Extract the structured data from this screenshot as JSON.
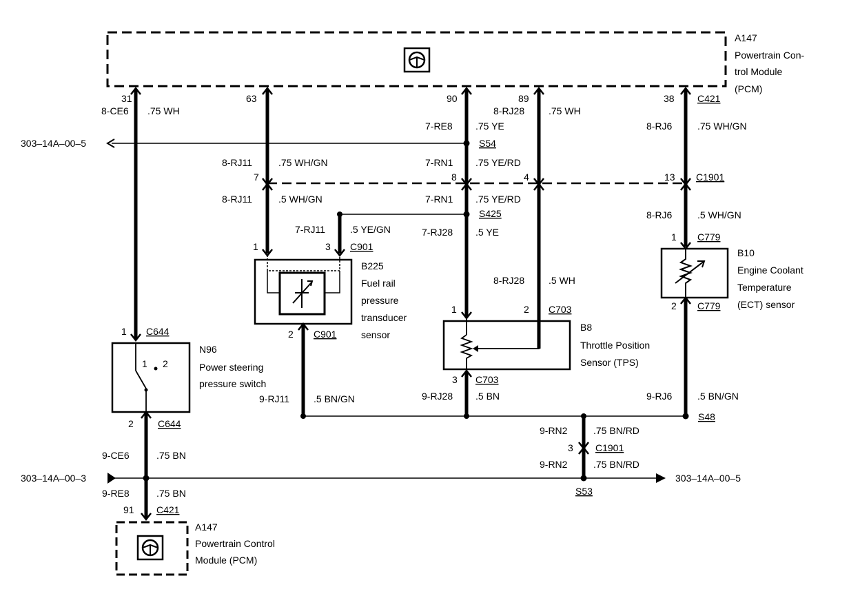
{
  "pcm_top": {
    "id": "A147",
    "name_line1": "Powertrain Con-",
    "name_line2": "trol Module",
    "name_line3": "(PCM)"
  },
  "pcm_bottom": {
    "id": "A147",
    "name_line1": "Powertrain Control",
    "name_line2": "Module (PCM)"
  },
  "refs": {
    "left_top": "303–14A–00–5",
    "left_bottom": "303–14A–00–3",
    "right_bottom": "303–14A–00–5"
  },
  "pins": {
    "p31": "31",
    "p63": "63",
    "p90": "90",
    "p89": "89",
    "p38": "38",
    "p7": "7",
    "p8": "8",
    "p4": "4",
    "p13": "13",
    "b225_1": "1",
    "b225_3": "3",
    "b225_2": "2",
    "b8_1": "1",
    "b8_2": "2",
    "b8_3": "3",
    "b10_1": "1",
    "b10_2": "2",
    "n96_1": "1",
    "n96_2": "2",
    "sw_1": "1",
    "sw_2": "2",
    "c1901_3": "3",
    "p91": "91"
  },
  "connectors": {
    "c421_top": "C421",
    "c1901": "C1901",
    "c901_3": "C901",
    "c901_2": "C901",
    "c703_2": "C703",
    "c703_3": "C703",
    "c779_1": "C779",
    "c779_2": "C779",
    "c644_1": "C644",
    "c644_2": "C644",
    "c1901_bottom": "C1901",
    "c421_bottom": "C421"
  },
  "splices": {
    "s54": "S54",
    "s425": "S425",
    "s48": "S48",
    "s53": "S53"
  },
  "circuits": {
    "ce6_8": "8-CE6",
    "ce6_8_wire": ".75 WH",
    "rj11_8a": "8-RJ11",
    "rj11_8a_wire": ".75 WH/GN",
    "rj11_8b": "8-RJ11",
    "rj11_8b_wire": ".5 WH/GN",
    "rj11_7": "7-RJ11",
    "rj11_7_wire": ".5 YE/GN",
    "rj11_9": "9-RJ11",
    "rj11_9_wire": ".5 BN/GN",
    "re8_7": "7-RE8",
    "re8_7_wire": ".75 YE",
    "rn1_7a": "7-RN1",
    "rn1_7a_wire": ".75 YE/RD",
    "rn1_7b": "7-RN1",
    "rn1_7b_wire": ".75 YE/RD",
    "rj28_7": "7-RJ28",
    "rj28_7_wire": ".5 YE",
    "rj28_8a": "8-RJ28",
    "rj28_8a_wire": ".75 WH",
    "rj28_8b": "8-RJ28",
    "rj28_8b_wire": ".5 WH",
    "rj28_9": "9-RJ28",
    "rj28_9_wire": ".5 BN",
    "rj6_8a": "8-RJ6",
    "rj6_8a_wire": ".75 WH/GN",
    "rj6_8b": "8-RJ6",
    "rj6_8b_wire": ".5 WH/GN",
    "rj6_9": "9-RJ6",
    "rj6_9_wire": ".5 BN/GN",
    "rn2_9a": "9-RN2",
    "rn2_9a_wire": ".75 BN/RD",
    "rn2_9b": "9-RN2",
    "rn2_9b_wire": ".75 BN/RD",
    "ce6_9": "9-CE6",
    "ce6_9_wire": ".75 BN",
    "re8_9": "9-RE8",
    "re8_9_wire": ".75 BN"
  },
  "components": {
    "b225": {
      "id": "B225",
      "l1": "Fuel rail",
      "l2": "pressure",
      "l3": "transducer",
      "l4": "sensor"
    },
    "b8": {
      "id": "B8",
      "l1": "Throttle Position",
      "l2": "Sensor (TPS)"
    },
    "b10": {
      "id": "B10",
      "l1": "Engine Coolant",
      "l2": "Temperature",
      "l3": "(ECT) sensor"
    },
    "n96": {
      "id": "N96",
      "l1": "Power steering",
      "l2": "pressure switch"
    }
  }
}
